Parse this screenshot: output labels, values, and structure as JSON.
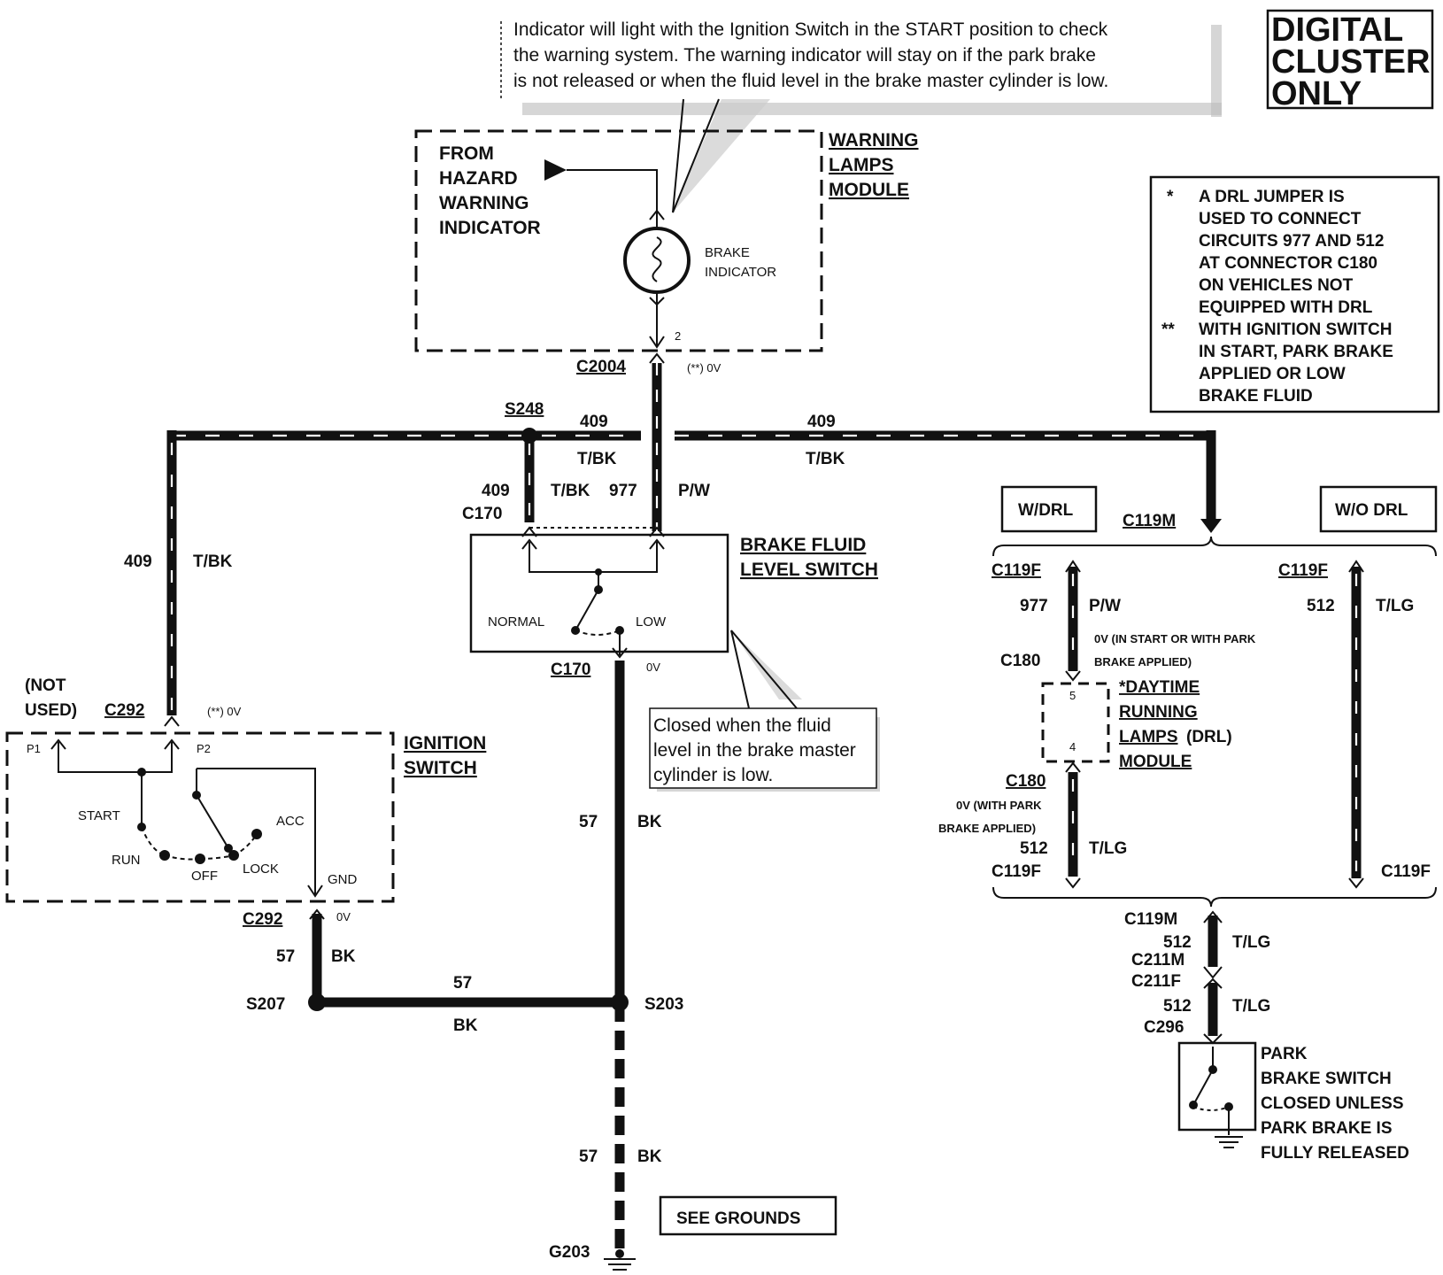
{
  "header": {
    "digital_cluster": [
      "DIGITAL",
      "CLUSTER",
      "ONLY"
    ]
  },
  "callout_top": [
    "Indicator will light with the Ignition Switch in the START position to check",
    "the warning system. The warning indicator will stay on if the park brake",
    "is not released or when the fluid level in the brake master cylinder is low."
  ],
  "warning_lamps_module": {
    "title": [
      "WARNING",
      "LAMPS",
      "MODULE"
    ],
    "from_text": [
      "FROM",
      "HAZARD",
      "WARNING",
      "INDICATOR"
    ],
    "brake_indicator": [
      "BRAKE",
      "INDICATOR"
    ],
    "pin": "2"
  },
  "notes_box": {
    "star1": "*",
    "star2": "**",
    "lines1": [
      "A DRL JUMPER IS",
      "USED TO CONNECT",
      "CIRCUITS 977 AND 512",
      "AT CONNECTOR C180",
      "ON VEHICLES NOT",
      "EQUIPPED WITH DRL"
    ],
    "lines2": [
      "WITH IGNITION SWITCH",
      "IN START, PARK BRAKE",
      "APPLIED OR LOW",
      "BRAKE FLUID"
    ]
  },
  "connectors": {
    "c2004": "C2004",
    "c2004_volt": "(**) 0V",
    "s248": "S248",
    "c170_top": "C170",
    "c170_bottom": "C170",
    "c170_volt": "0V",
    "c292_top": "C292",
    "c292_volt": "(**) 0V",
    "c292_bottom": "C292",
    "c292_bottom_volt": "0V",
    "s207": "S207",
    "s203": "S203",
    "g203": "G203",
    "c119m_top": "C119M",
    "c119f_left": "C119F",
    "c119f_right": "C119F",
    "c180_top": "C180",
    "c180_bottom": "C180",
    "c119f_left_bottom": "C119F",
    "c119f_right_bottom": "C119F",
    "c119m_bottom": "C119M",
    "c211m": "C211M",
    "c211f": "C211F",
    "c296": "C296"
  },
  "wires": {
    "w409": "409",
    "tbk": "T/BK",
    "w977": "977",
    "pw": "P/W",
    "w57": "57",
    "bk": "BK",
    "w512": "512",
    "tlg": "T/LG"
  },
  "brake_fluid_switch": {
    "title": [
      "BRAKE FLUID",
      "LEVEL SWITCH"
    ],
    "normal": "NORMAL",
    "low": "LOW"
  },
  "callout_fluid": [
    "Closed  when  the  fluid",
    "level in the brake master",
    "cylinder is low."
  ],
  "ignition_switch": {
    "title": [
      "IGNITION",
      "SWITCH"
    ],
    "not_used": [
      "(NOT",
      "USED)"
    ],
    "p1": "P1",
    "p2": "P2",
    "start": "START",
    "acc": "ACC",
    "run": "RUN",
    "off": "OFF",
    "lock": "LOCK",
    "gnd": "GND"
  },
  "see_grounds": "SEE GROUNDS",
  "drl": {
    "w_drl": "W/DRL",
    "wo_drl": "W/O DRL",
    "volt_start": [
      "0V (IN START OR WITH PARK",
      "BRAKE APPLIED)"
    ],
    "pin5": "5",
    "pin4": "4",
    "module": [
      "*DAYTIME",
      "RUNNING",
      "LAMPS",
      "(DRL)",
      "MODULE"
    ],
    "volt_park": [
      "0V (WITH PARK",
      "BRAKE APPLIED)"
    ]
  },
  "park_brake": {
    "title": [
      "PARK",
      "BRAKE SWITCH"
    ],
    "desc": [
      "CLOSED UNLESS",
      "PARK BRAKE IS",
      "FULLY RELEASED"
    ]
  }
}
